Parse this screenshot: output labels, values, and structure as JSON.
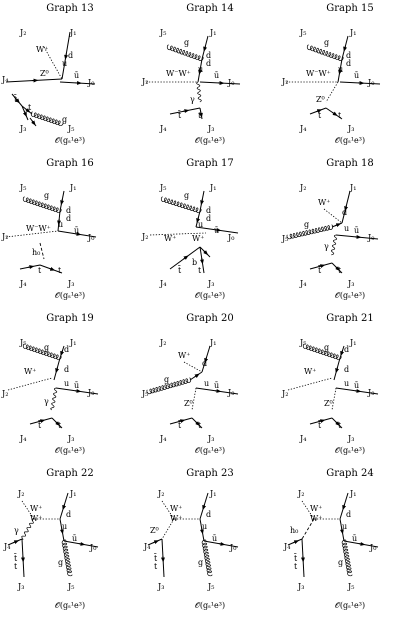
{
  "graphs": [
    {
      "title": "Graph 13",
      "order": "𝒪(gₛ¹e³)",
      "labels": [
        "J₂",
        "J₁",
        "J₄",
        "J₀",
        "J₃",
        "J₅",
        "W⁺",
        "Z⁰",
        "d",
        "u",
        "ū",
        "t̄",
        "t",
        "g"
      ]
    },
    {
      "title": "Graph 14",
      "order": "𝒪(gₛ¹e³)",
      "labels": [
        "J₅",
        "J₁",
        "J₂",
        "J₀",
        "J₄",
        "J₃",
        "g",
        "d",
        "d",
        "u",
        "ū",
        "W⁻W⁺",
        "γ",
        "t̄",
        "t"
      ]
    },
    {
      "title": "Graph 15",
      "order": "𝒪(gₛ¹e³)",
      "labels": [
        "J₅",
        "J₁",
        "J₂",
        "J₀",
        "J₄",
        "J₃",
        "g",
        "d",
        "d",
        "u",
        "ū",
        "W⁻W⁺",
        "Z⁰",
        "t̄",
        "t"
      ]
    },
    {
      "title": "Graph 16",
      "order": "𝒪(gₛ¹e³)",
      "labels": [
        "J₅",
        "J₁",
        "J₂",
        "J₀",
        "J₄",
        "J₃",
        "g",
        "d",
        "d",
        "u",
        "ū",
        "W⁻W⁺",
        "h₀",
        "t̄",
        "t"
      ]
    },
    {
      "title": "Graph 17",
      "order": "𝒪(gₛ¹e³)",
      "labels": [
        "J₅",
        "J₁",
        "J₂",
        "J₀",
        "J₄",
        "J₃",
        "g",
        "d",
        "d",
        "u",
        "ū",
        "W⁺",
        "W⁺",
        "t̄",
        "b",
        "t"
      ]
    },
    {
      "title": "Graph 18",
      "order": "𝒪(gₛ¹e³)",
      "labels": [
        "J₂",
        "J₁",
        "J₅",
        "J₀",
        "J₄",
        "J₃",
        "W⁺",
        "g",
        "d",
        "u",
        "ū",
        "γ",
        "t̄",
        "t"
      ]
    },
    {
      "title": "Graph 19",
      "order": "𝒪(gₛ¹e³)",
      "labels": [
        "J₅",
        "J₁",
        "J₂",
        "J₀",
        "J₄",
        "J₃",
        "g",
        "d",
        "W⁺",
        "d",
        "u",
        "ū",
        "γ",
        "t̄",
        "t"
      ]
    },
    {
      "title": "Graph 20",
      "order": "𝒪(gₛ¹e³)",
      "labels": [
        "J₂",
        "J₁",
        "J₅",
        "J₀",
        "J₄",
        "J₃",
        "W⁺",
        "g",
        "d",
        "u",
        "ū",
        "Z⁰",
        "t̄",
        "t"
      ]
    },
    {
      "title": "Graph 21",
      "order": "𝒪(gₛ¹e³)",
      "labels": [
        "J₅",
        "J₁",
        "J₂",
        "J₀",
        "J₄",
        "J₃",
        "g",
        "d",
        "W⁺",
        "d",
        "u",
        "ū",
        "Z⁰",
        "t̄",
        "t"
      ]
    },
    {
      "title": "Graph 22",
      "order": "𝒪(gₛ¹e³)",
      "labels": [
        "J₂",
        "J₁",
        "J₄",
        "J₀",
        "J₃",
        "J₅",
        "W⁺",
        "W⁺",
        "γ",
        "d",
        "u",
        "ū",
        "t̄",
        "t",
        "g"
      ]
    },
    {
      "title": "Graph 23",
      "order": "𝒪(gₛ¹e³)",
      "labels": [
        "J₂",
        "J₁",
        "J₄",
        "J₀",
        "J₃",
        "J₅",
        "W⁺",
        "W⁺",
        "Z⁰",
        "d",
        "u",
        "ū",
        "t̄",
        "t",
        "g"
      ]
    },
    {
      "title": "Graph 24",
      "order": "𝒪(gₛ¹e³)",
      "labels": [
        "J₂",
        "J₁",
        "J₄",
        "J₀",
        "J₃",
        "J₅",
        "W⁺",
        "W⁺",
        "h₀",
        "d",
        "u",
        "ū",
        "t̄",
        "t",
        "g"
      ]
    }
  ]
}
